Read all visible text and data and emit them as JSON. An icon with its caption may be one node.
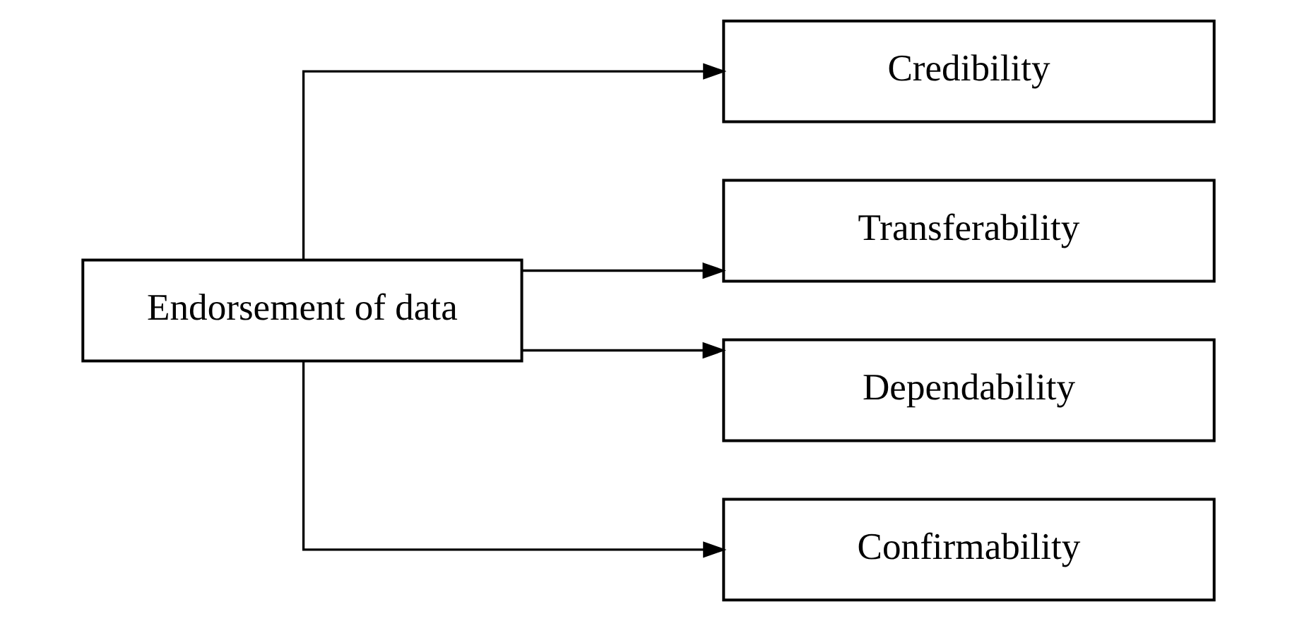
{
  "diagram": {
    "nodes": [
      {
        "text": [
          "Endorsement of data"
        ]
      },
      {
        "text": [
          "Credibility"
        ]
      },
      {
        "text": [
          "Transferability"
        ]
      },
      {
        "text": [
          "Dependability"
        ]
      },
      {
        "text": [
          "Confirmability"
        ]
      }
    ],
    "edges": [
      {
        "from": 0,
        "to": 1,
        "arrow": "to"
      },
      {
        "from": 0,
        "to": 2,
        "arrow": "to"
      },
      {
        "from": 0,
        "to": 3,
        "arrow": "to"
      },
      {
        "from": 0,
        "to": 4,
        "arrow": "to"
      }
    ]
  }
}
